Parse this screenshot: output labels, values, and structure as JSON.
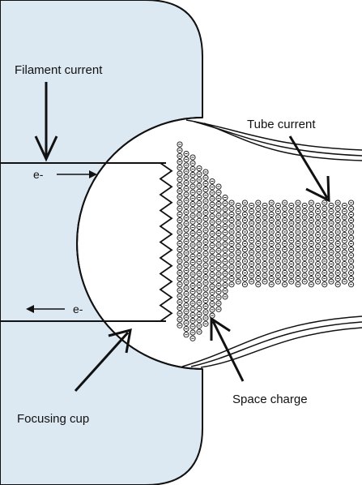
{
  "labels": {
    "filament_current": "Filament current",
    "tube_current": "Tube current",
    "focusing_cup": "Focusing cup",
    "space_charge": "Space charge",
    "electron_in": "e-",
    "electron_out": "e-"
  },
  "colors": {
    "cup_fill": "#dde9f2",
    "stroke": "#111111",
    "background": "#ffffff"
  }
}
